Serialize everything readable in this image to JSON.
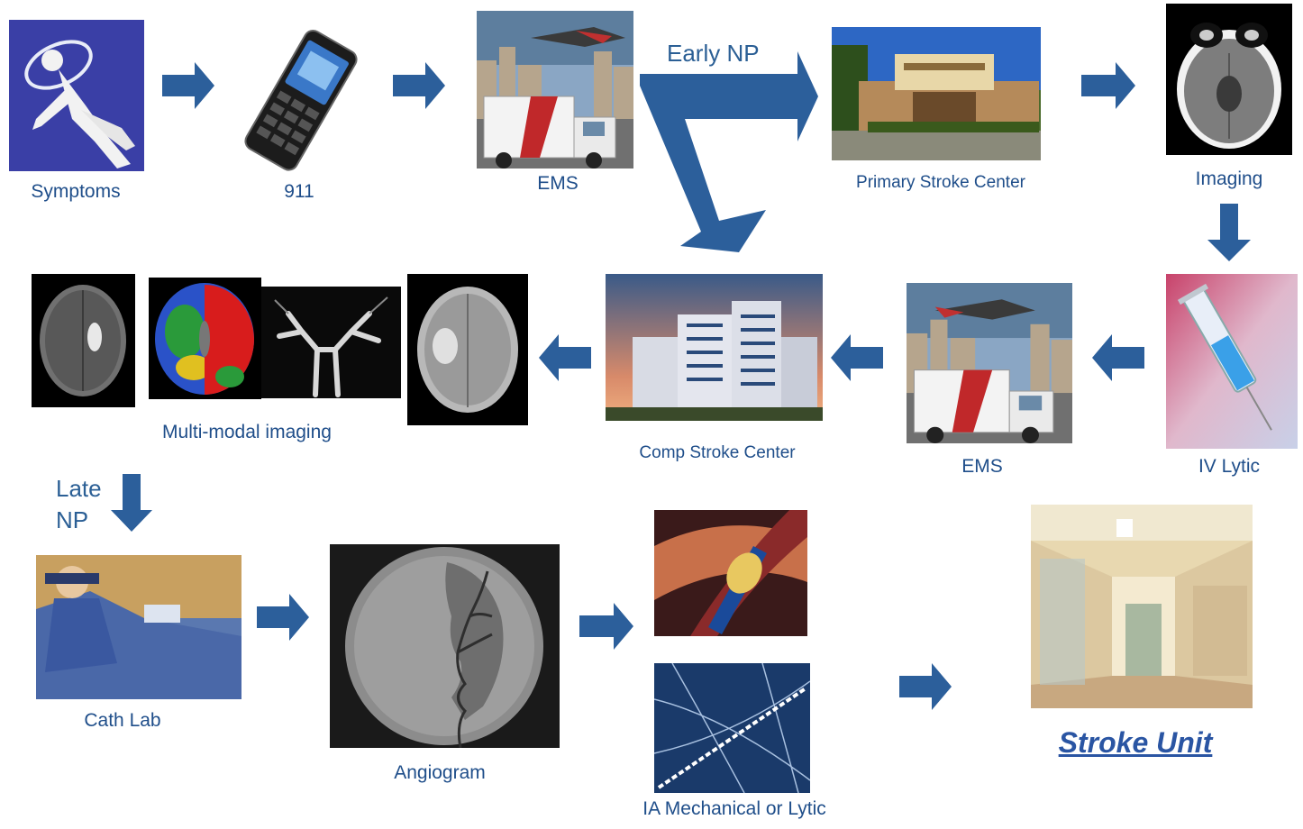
{
  "colors": {
    "arrow": "#2c5f9b",
    "label": "#1f4e8a",
    "stroke_unit": "#2a55a3"
  },
  "labels": {
    "symptoms": "Symptoms",
    "call": "911",
    "ems_top": "EMS",
    "early_np": "Early NP",
    "primary": "Primary Stroke Center",
    "imaging": "Imaging",
    "iv_lytic": "IV Lytic",
    "ems_mid": "EMS",
    "comp": "Comp Stroke Center",
    "multimodal": "Multi-modal imaging",
    "late": "Late",
    "np": "NP",
    "cath": "Cath Lab",
    "angio": "Angiogram",
    "ia": "IA Mechanical or Lytic",
    "stroke_unit": "Stroke Unit"
  },
  "icons": {
    "symptoms": "falling-person-icon",
    "call": "mobile-phone-icon",
    "ems": "ambulance-photo",
    "primary": "hospital-building-photo",
    "imaging": "brain-ct-scan-photo",
    "iv_lytic": "syringe-photo",
    "comp": "hospital-tower-photo",
    "multimodal": "brain-mri-photos",
    "cath": "cath-lab-photo",
    "angio": "angiogram-photo",
    "ia": "thrombectomy-device-photos",
    "stroke_unit": "ward-corridor-photo"
  }
}
